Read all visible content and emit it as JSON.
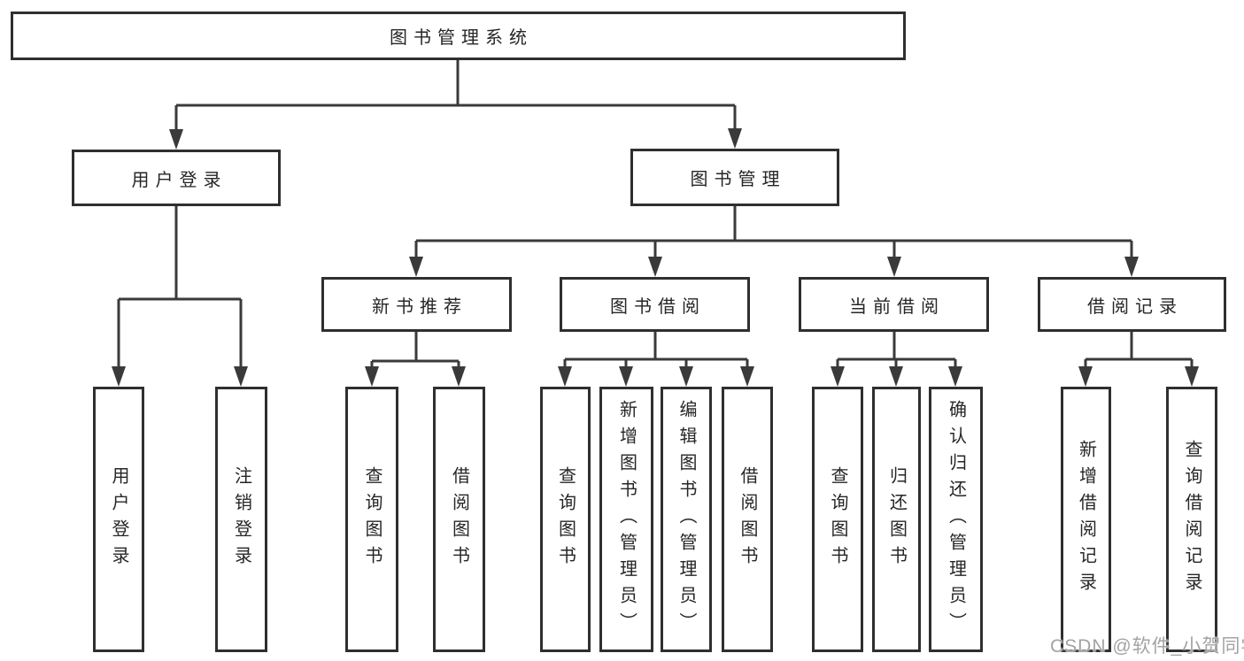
{
  "diagram": {
    "title": "图书管理系统",
    "root": {
      "label": "图书管理系统"
    },
    "level1": [
      {
        "id": "user-login",
        "label": "用户登录"
      },
      {
        "id": "book-management",
        "label": "图书管理"
      }
    ],
    "level2": [
      {
        "id": "new-book-recommend",
        "label": "新书推荐",
        "parent": "图书管理"
      },
      {
        "id": "book-borrowing",
        "label": "图书借阅",
        "parent": "图书管理"
      },
      {
        "id": "current-borrowing",
        "label": "当前借阅",
        "parent": "图书管理"
      },
      {
        "id": "borrowing-records",
        "label": "借阅记录",
        "parent": "图书管理"
      }
    ],
    "leaves": [
      {
        "label": "用户登录",
        "parent": "用户登录"
      },
      {
        "label": "注销登录",
        "parent": "用户登录"
      },
      {
        "label": "查询图书",
        "parent": "新书推荐"
      },
      {
        "label": "借阅图书",
        "parent": "新书推荐"
      },
      {
        "label": "查询图书",
        "parent": "图书借阅"
      },
      {
        "label": "新增图书（管理员）",
        "parent": "图书借阅"
      },
      {
        "label": "编辑图书（管理员）",
        "parent": "图书借阅"
      },
      {
        "label": "借阅图书",
        "parent": "图书借阅"
      },
      {
        "label": "查询图书",
        "parent": "当前借阅"
      },
      {
        "label": "归还图书",
        "parent": "当前借阅"
      },
      {
        "label": "确认归还（管理员）",
        "parent": "当前借阅"
      },
      {
        "label": "新增借阅记录",
        "parent": "借阅记录"
      },
      {
        "label": "查询借阅记录",
        "parent": "借阅记录"
      }
    ]
  },
  "watermark": {
    "text": "CSDN @软件_小贺同学",
    "color": "#a3a3a3"
  },
  "colors": {
    "background": "#ffffff",
    "line": "#3a3a3a",
    "box_border": "#2f2f2f",
    "text": "#262626"
  }
}
